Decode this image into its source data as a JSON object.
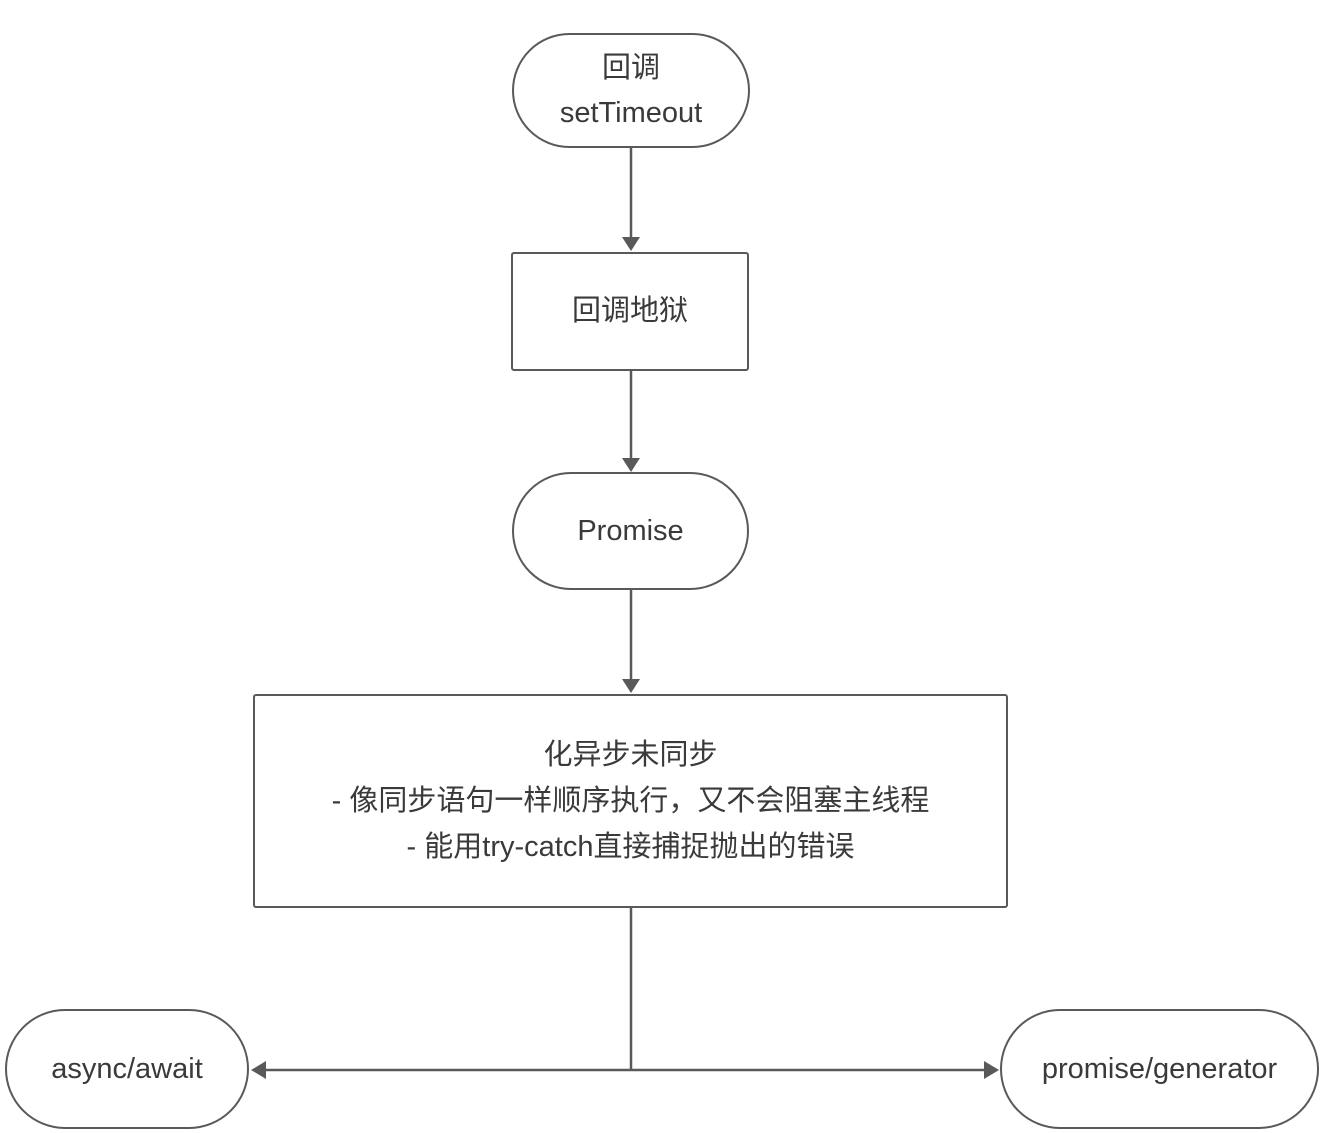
{
  "diagram": {
    "background": "#ffffff",
    "stroke_color": "#595959",
    "text_color": "#3a3a3a",
    "nodes": {
      "callback": {
        "shape": "stadium",
        "lines": [
          "回调",
          "setTimeout"
        ]
      },
      "callback_hell": {
        "shape": "rect",
        "label": "回调地狱"
      },
      "promise": {
        "shape": "stadium",
        "label": "Promise"
      },
      "benefits": {
        "shape": "rect",
        "lines": [
          "化异步未同步",
          "- 像同步语句一样顺序执行，又不会阻塞主线程",
          "- 能用try-catch直接捕捉抛出的错误"
        ]
      },
      "async_await": {
        "shape": "stadium",
        "label": "async/await"
      },
      "promise_generator": {
        "shape": "stadium",
        "label": "promise/generator"
      }
    },
    "edges": [
      {
        "from": "callback",
        "to": "callback_hell",
        "arrow": "down"
      },
      {
        "from": "callback_hell",
        "to": "promise",
        "arrow": "down"
      },
      {
        "from": "promise",
        "to": "benefits",
        "arrow": "down"
      },
      {
        "from": "benefits",
        "to": "async_await",
        "arrow": "left"
      },
      {
        "from": "benefits",
        "to": "promise_generator",
        "arrow": "right"
      }
    ]
  }
}
